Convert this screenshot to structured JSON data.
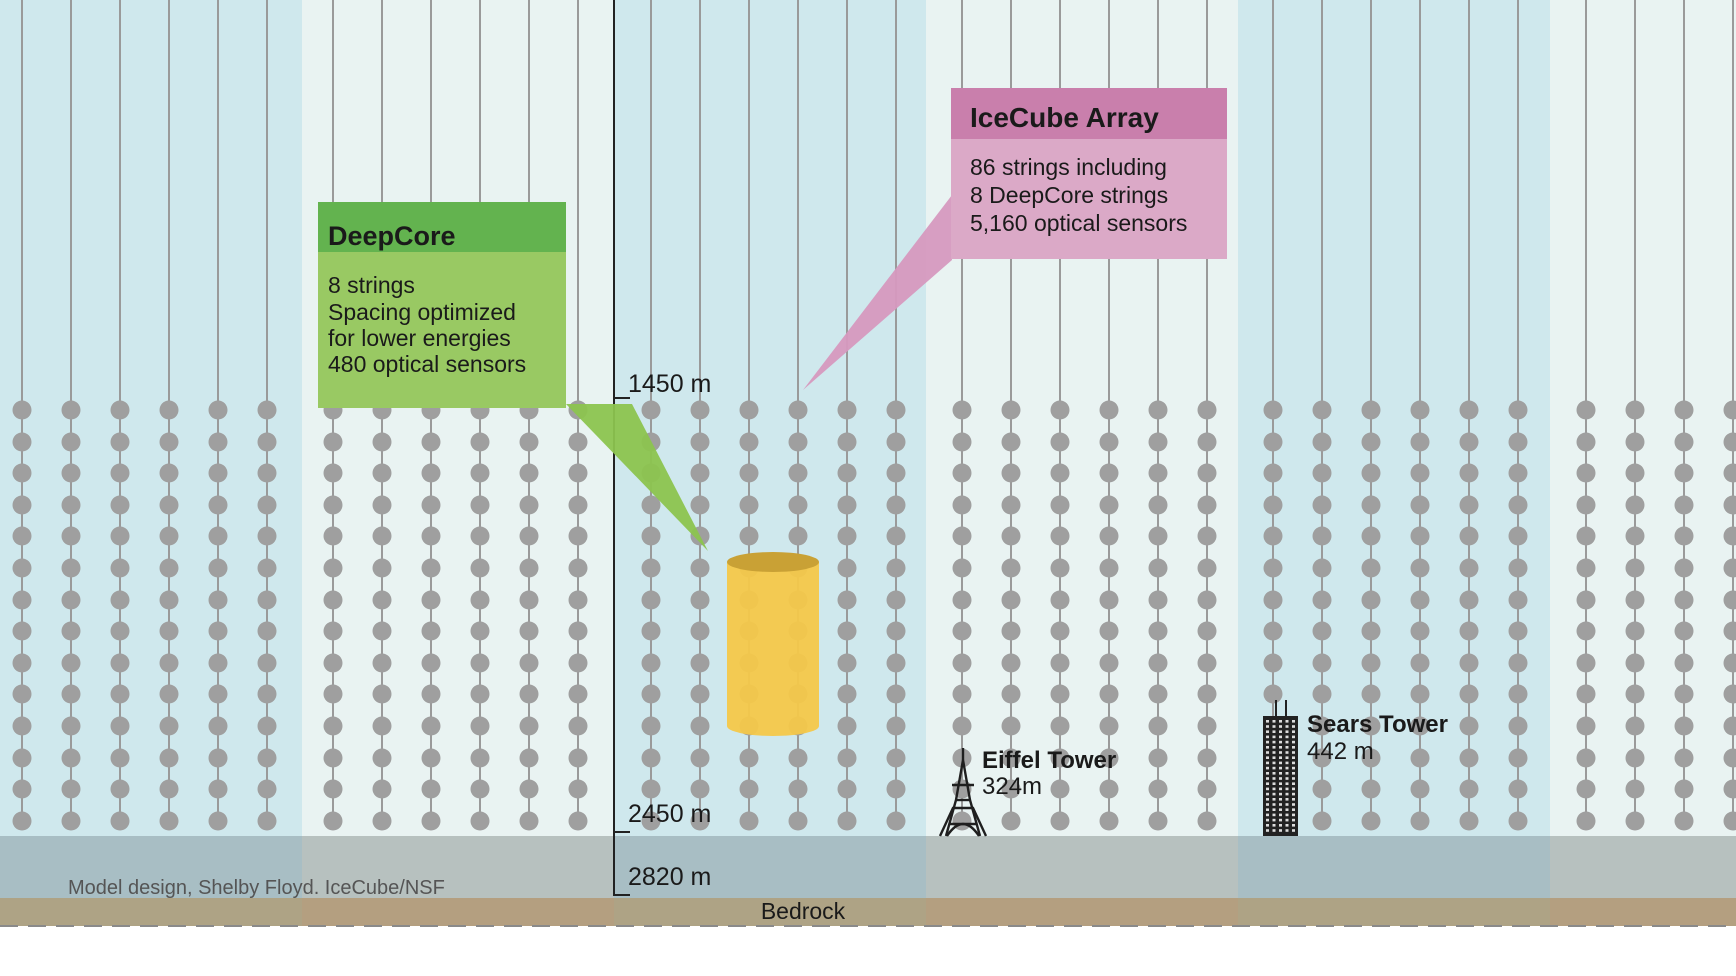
{
  "deepcore": {
    "title": "DeepCore",
    "lines": [
      "8 strings",
      "Spacing optimized",
      "for lower energies",
      "480 optical sensors"
    ]
  },
  "icecube": {
    "title": "IceCube Array",
    "lines": [
      "86 strings including",
      "8 DeepCore strings",
      "5,160 optical sensors"
    ]
  },
  "depths": {
    "top": "1450 m",
    "bottom": "2450 m",
    "bedrock_depth": "2820 m"
  },
  "bedrock_label": "Bedrock",
  "eiffel": {
    "name": "Eiffel Tower",
    "height": "324m"
  },
  "sears": {
    "name": "Sears Tower",
    "height": "442 m"
  },
  "credit": "Model design, Shelby Floyd. IceCube/NSF",
  "colors": {
    "band_blue": "#cfe8ed",
    "band_light": "#e9f3f2",
    "string_line": "#9a9a9a",
    "sensor": "#9f9f9f",
    "deepcore_header": "#63b34f",
    "deepcore_body": "#99c963",
    "icecube_header": "#c97fac",
    "icecube_body": "#dba9c7",
    "deepcore_cylinder": "#f4c84a",
    "bedrock": "#b49f80"
  }
}
